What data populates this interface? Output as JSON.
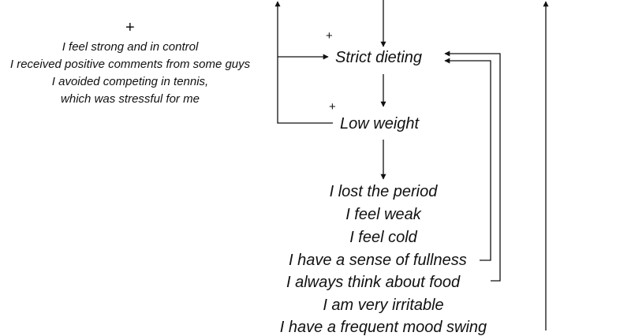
{
  "benefits": {
    "plus": "+",
    "lines": [
      "I feel strong and in control",
      "I received positive comments from some guys",
      "I avoided competing in tennis,",
      "which was stressful for me"
    ]
  },
  "nodes": {
    "strict_dieting": {
      "plus": "+",
      "label": "Strict dieting"
    },
    "low_weight": {
      "plus": "+",
      "label": "Low weight"
    }
  },
  "consequences": [
    "I lost the period",
    "I feel weak",
    "I feel cold",
    "I have a sense of fullness",
    "I always think about food",
    "I am very irritable",
    "I have a frequent mood swing"
  ]
}
